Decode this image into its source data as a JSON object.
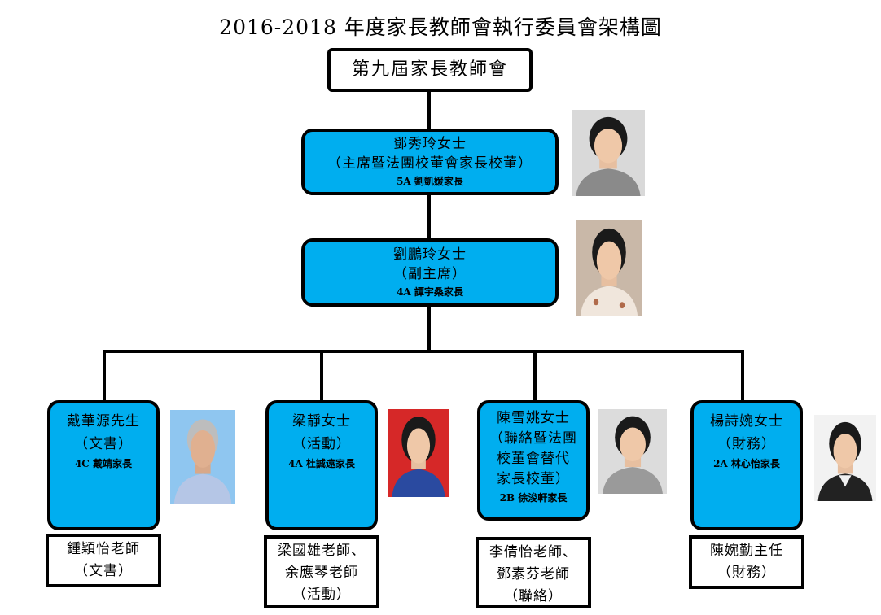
{
  "title": "2016-2018 年度家長教師會執行委員會架構圖",
  "root": "第九屆家長教師會",
  "chair": {
    "name": "鄧秀玲女士",
    "role": "（主席暨法團校董會家長校董）",
    "parent": "5A 劉凱媛家長"
  },
  "vice": {
    "name": "劉鵬玲女士",
    "role": "（副主席）",
    "parent": "4A 譚宇桑家長"
  },
  "members": [
    {
      "name": "戴華源先生",
      "role": "（文書）",
      "parent": "4C 戴靖家長"
    },
    {
      "name": "梁靜女士",
      "role": "（活動）",
      "parent": "4A 杜誠遠家長"
    },
    {
      "name": "陳雪姚女士",
      "role_lines": [
        "（聯絡暨法團",
        "校董會替代",
        "家長校董）"
      ],
      "parent": "2B 徐浚軒家長"
    },
    {
      "name": "楊詩婉女士",
      "role": "（財務）",
      "parent": "2A 林心怡家長"
    }
  ],
  "teachers": [
    {
      "lines": [
        "鍾穎怡老師",
        "（文書）"
      ]
    },
    {
      "lines": [
        "梁國雄老師、",
        "余應琴老師",
        "（活動）"
      ]
    },
    {
      "lines": [
        "李倩怡老師、",
        "鄧素芬老師",
        "（聯絡）"
      ]
    },
    {
      "lines": [
        "陳婉勤主任",
        "（財務）"
      ]
    }
  ],
  "photo_backgrounds": [
    "#d9d9d9",
    "#c9b8a8",
    "#8fc6f0",
    "#d62828",
    "#dcdcdc",
    "#f2f2f2"
  ],
  "colors": {
    "box_fill": "#00aeef",
    "line": "#000000"
  }
}
